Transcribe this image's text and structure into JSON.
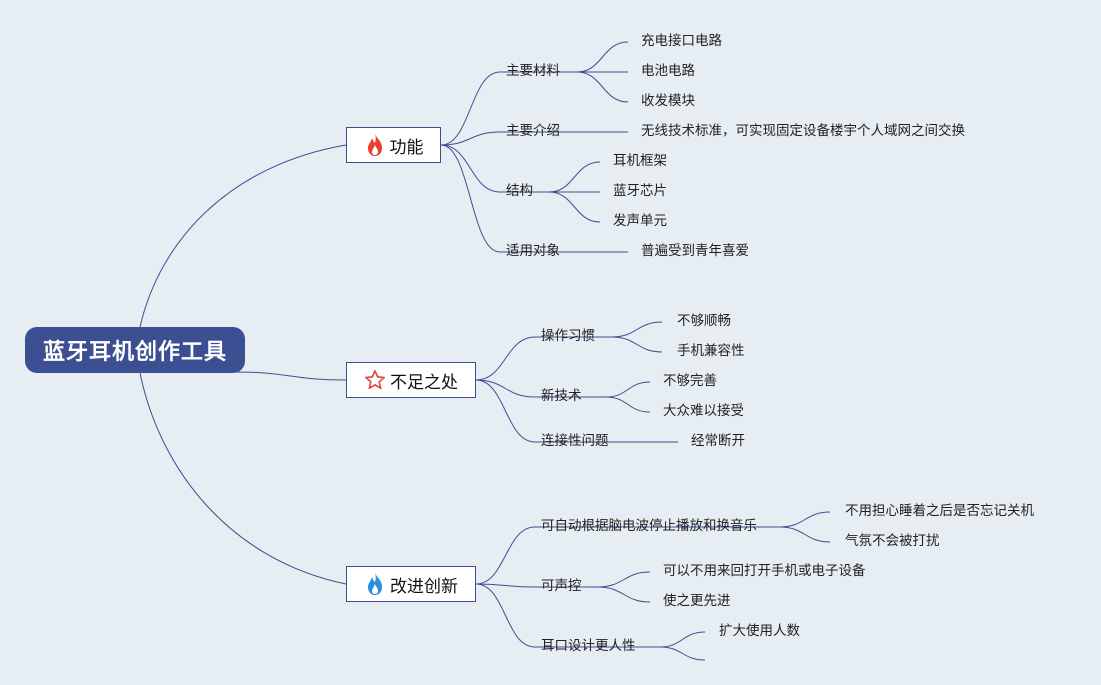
{
  "root": {
    "label": "蓝牙耳机创作工具"
  },
  "branches": [
    {
      "label": "功能",
      "icon": "fire-red-icon",
      "children": [
        {
          "label": "主要材料",
          "children": [
            "充电接口电路",
            "电池电路",
            "收发模块"
          ]
        },
        {
          "label": "主要介绍",
          "children": [
            "无线技术标准，可实现固定设备楼宇个人域网之间交换"
          ]
        },
        {
          "label": "结构",
          "children": [
            "耳机框架",
            "蓝牙芯片",
            "发声单元"
          ]
        },
        {
          "label": "适用对象",
          "children": [
            "普遍受到青年喜爱"
          ]
        }
      ]
    },
    {
      "label": "不足之处",
      "icon": "star-outline-icon",
      "children": [
        {
          "label": "操作习惯",
          "children": [
            "不够顺畅",
            "手机兼容性"
          ]
        },
        {
          "label": "新技术",
          "children": [
            "不够完善",
            "大众难以接受"
          ]
        },
        {
          "label": "连接性问题",
          "children": [
            "经常断开"
          ]
        }
      ]
    },
    {
      "label": "改进创新",
      "icon": "fire-blue-icon",
      "children": [
        {
          "label": "可自动根据脑电波停止播放和换音乐",
          "children": [
            "不用担心睡着之后是否忘记关机",
            "气氛不会被打扰"
          ]
        },
        {
          "label": "可声控",
          "children": [
            "可以不用来回打开手机或电子设备",
            "使之更先进"
          ]
        },
        {
          "label": "耳口设计更人性",
          "children": [
            "扩大使用人数",
            ""
          ]
        }
      ]
    }
  ],
  "colors": {
    "line": "#3d4f93",
    "root_bg": "#3d4f93",
    "background": "#e7eef3",
    "fire_red": "#e8402a",
    "fire_blue": "#2b8fdc",
    "star": "#e04a3a"
  }
}
